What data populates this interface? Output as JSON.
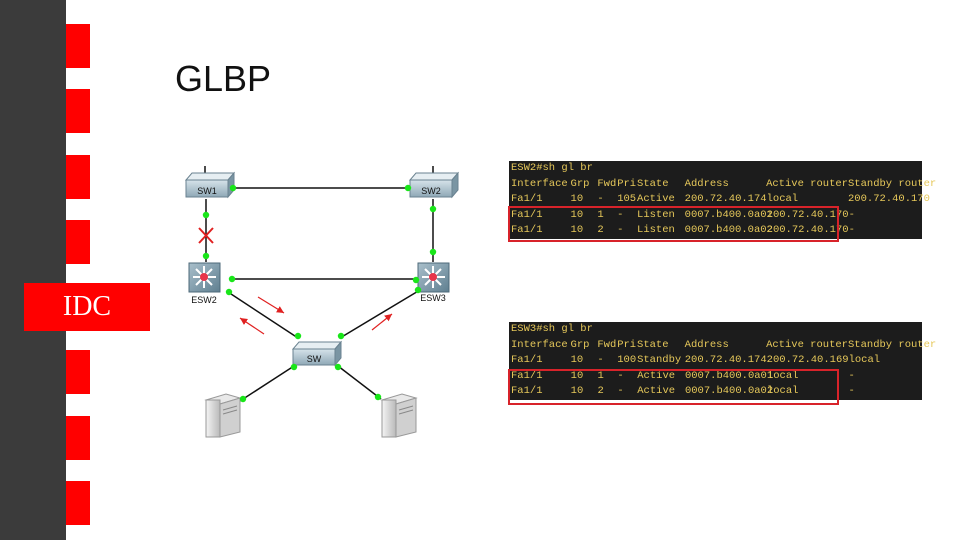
{
  "slide": {
    "title": "GLBP",
    "badge": "IDC",
    "sidebar_blocks": 8,
    "colors": {
      "sidebar": "#3b3b3b",
      "accent": "#ff0000",
      "terminal_bg": "#1c1c1c",
      "terminal_text": "#e6c85a",
      "highlight": "#d8232a",
      "link_dot": "#19e619"
    }
  },
  "diagram": {
    "nodes": [
      {
        "id": "sw1",
        "label": "SW1",
        "type": "switch"
      },
      {
        "id": "sw2",
        "label": "SW2",
        "type": "switch"
      },
      {
        "id": "esw2",
        "label": "ESW2",
        "type": "multilayer-switch"
      },
      {
        "id": "esw3",
        "label": "ESW3",
        "type": "multilayer-switch"
      },
      {
        "id": "sw",
        "label": "SW",
        "type": "switch"
      },
      {
        "id": "server1",
        "label": "",
        "type": "server"
      },
      {
        "id": "server2",
        "label": "",
        "type": "server"
      }
    ],
    "links": [
      {
        "from": "sw1",
        "to": "sw2",
        "state": "up"
      },
      {
        "from": "sw1",
        "to": "esw2",
        "state": "blocked"
      },
      {
        "from": "sw2",
        "to": "esw3",
        "state": "up"
      },
      {
        "from": "esw2",
        "to": "esw3",
        "state": "up"
      },
      {
        "from": "esw2",
        "to": "sw",
        "state": "up"
      },
      {
        "from": "esw3",
        "to": "sw",
        "state": "up"
      },
      {
        "from": "sw",
        "to": "server1",
        "state": "up"
      },
      {
        "from": "sw",
        "to": "server2",
        "state": "up"
      }
    ]
  },
  "terminals": [
    {
      "prompt": "ESW2#sh gl br",
      "headers": [
        "Interface",
        "Grp",
        "Fwd",
        "Pri",
        "State",
        "Address",
        "Active router",
        "Standby router"
      ],
      "rows": [
        [
          "Fa1/1",
          "10",
          "-",
          "105",
          "Active",
          "200.72.40.174",
          "local",
          "200.72.40.170"
        ],
        [
          "Fa1/1",
          "10",
          "1",
          "-",
          "Listen",
          "0007.b400.0a01",
          "200.72.40.170",
          "-"
        ],
        [
          "Fa1/1",
          "10",
          "2",
          "-",
          "Listen",
          "0007.b400.0a02",
          "200.72.40.170",
          "-"
        ]
      ]
    },
    {
      "prompt": "ESW3#sh gl br",
      "headers": [
        "Interface",
        "Grp",
        "Fwd",
        "Pri",
        "State",
        "Address",
        "Active router",
        "Standby router"
      ],
      "rows": [
        [
          "Fa1/1",
          "10",
          "-",
          "100",
          "Standby",
          "200.72.40.174",
          "200.72.40.169",
          "local"
        ],
        [
          "Fa1/1",
          "10",
          "1",
          "-",
          "Active",
          "0007.b400.0a01",
          "local",
          "-"
        ],
        [
          "Fa1/1",
          "10",
          "2",
          "-",
          "Active",
          "0007.b400.0a02",
          "local",
          "-"
        ]
      ]
    }
  ]
}
